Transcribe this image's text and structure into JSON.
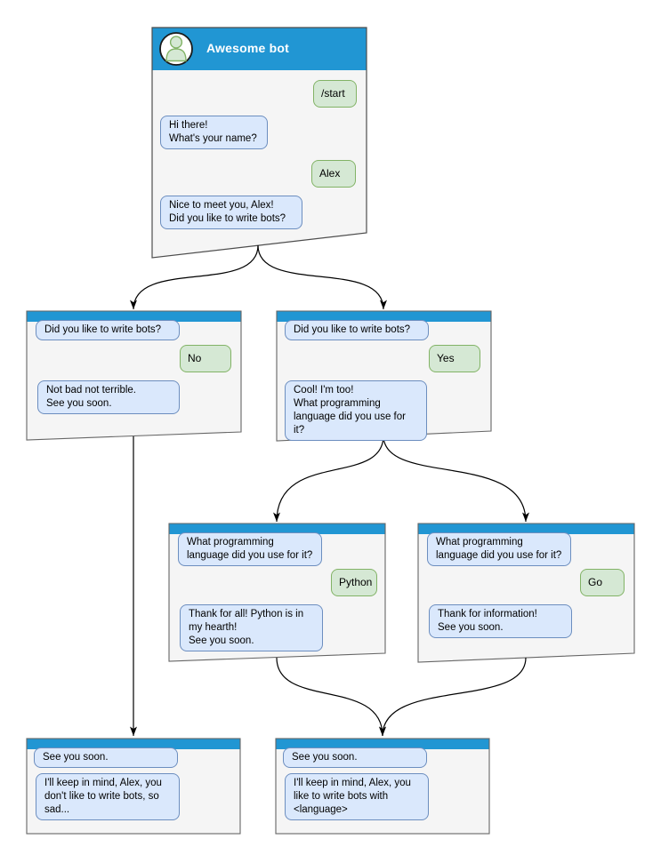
{
  "colors": {
    "header_blue": "#2196d3",
    "bot_bubble_fill": "#dae8fc",
    "bot_bubble_border": "#6c8ebf",
    "user_bubble_fill": "#d5e8d4",
    "user_bubble_border": "#82b366",
    "box_fill": "#f5f5f5",
    "box_border": "#666666",
    "edge_color": "#000000",
    "avatar_fill": "#ffffff"
  },
  "main_window": {
    "title": "Awesome bot",
    "avatar_icon": "person-icon",
    "messages": [
      {
        "from": "user",
        "text": "/start"
      },
      {
        "from": "bot",
        "text": "Hi there!\nWhat's your name?"
      },
      {
        "from": "user",
        "text": "Alex"
      },
      {
        "from": "bot",
        "text": "Nice to meet you, Alex!\nDid you like to write bots?"
      }
    ]
  },
  "branch_no": {
    "messages": [
      {
        "from": "bot",
        "text": "Did you like to write bots?"
      },
      {
        "from": "user",
        "text": "No"
      },
      {
        "from": "bot",
        "text": "Not bad not terrible.\nSee you soon."
      }
    ]
  },
  "branch_yes": {
    "messages": [
      {
        "from": "bot",
        "text": "Did you like to write bots?"
      },
      {
        "from": "user",
        "text": "Yes"
      },
      {
        "from": "bot",
        "text": "Cool! I'm too!\nWhat programming\nlanguage did you use for it?"
      }
    ]
  },
  "branch_python": {
    "messages": [
      {
        "from": "bot",
        "text": "What programming\nlanguage did you use for it?"
      },
      {
        "from": "user",
        "text": "Python"
      },
      {
        "from": "bot",
        "text": "Thank for all! Python is in\nmy hearth!\nSee you soon."
      }
    ]
  },
  "branch_go": {
    "messages": [
      {
        "from": "bot",
        "text": "What programming\nlanguage did you use for it?"
      },
      {
        "from": "user",
        "text": "Go"
      },
      {
        "from": "bot",
        "text": "Thank for information!\nSee you soon."
      }
    ]
  },
  "end_no": {
    "messages": [
      {
        "from": "bot",
        "text": "See you soon."
      },
      {
        "from": "bot",
        "text": "I'll keep in mind, Alex, you\ndon't like to write bots, so\nsad..."
      }
    ]
  },
  "end_yes": {
    "messages": [
      {
        "from": "bot",
        "text": "See you soon."
      },
      {
        "from": "bot",
        "text": "I'll keep in mind, Alex, you\nlike to write bots with\n<language>"
      }
    ]
  },
  "edges": [
    {
      "from": "main_window",
      "to": "branch_no"
    },
    {
      "from": "main_window",
      "to": "branch_yes"
    },
    {
      "from": "branch_yes",
      "to": "branch_python"
    },
    {
      "from": "branch_yes",
      "to": "branch_go"
    },
    {
      "from": "branch_no",
      "to": "end_no"
    },
    {
      "from": "branch_python",
      "to": "end_yes"
    },
    {
      "from": "branch_go",
      "to": "end_yes"
    }
  ]
}
